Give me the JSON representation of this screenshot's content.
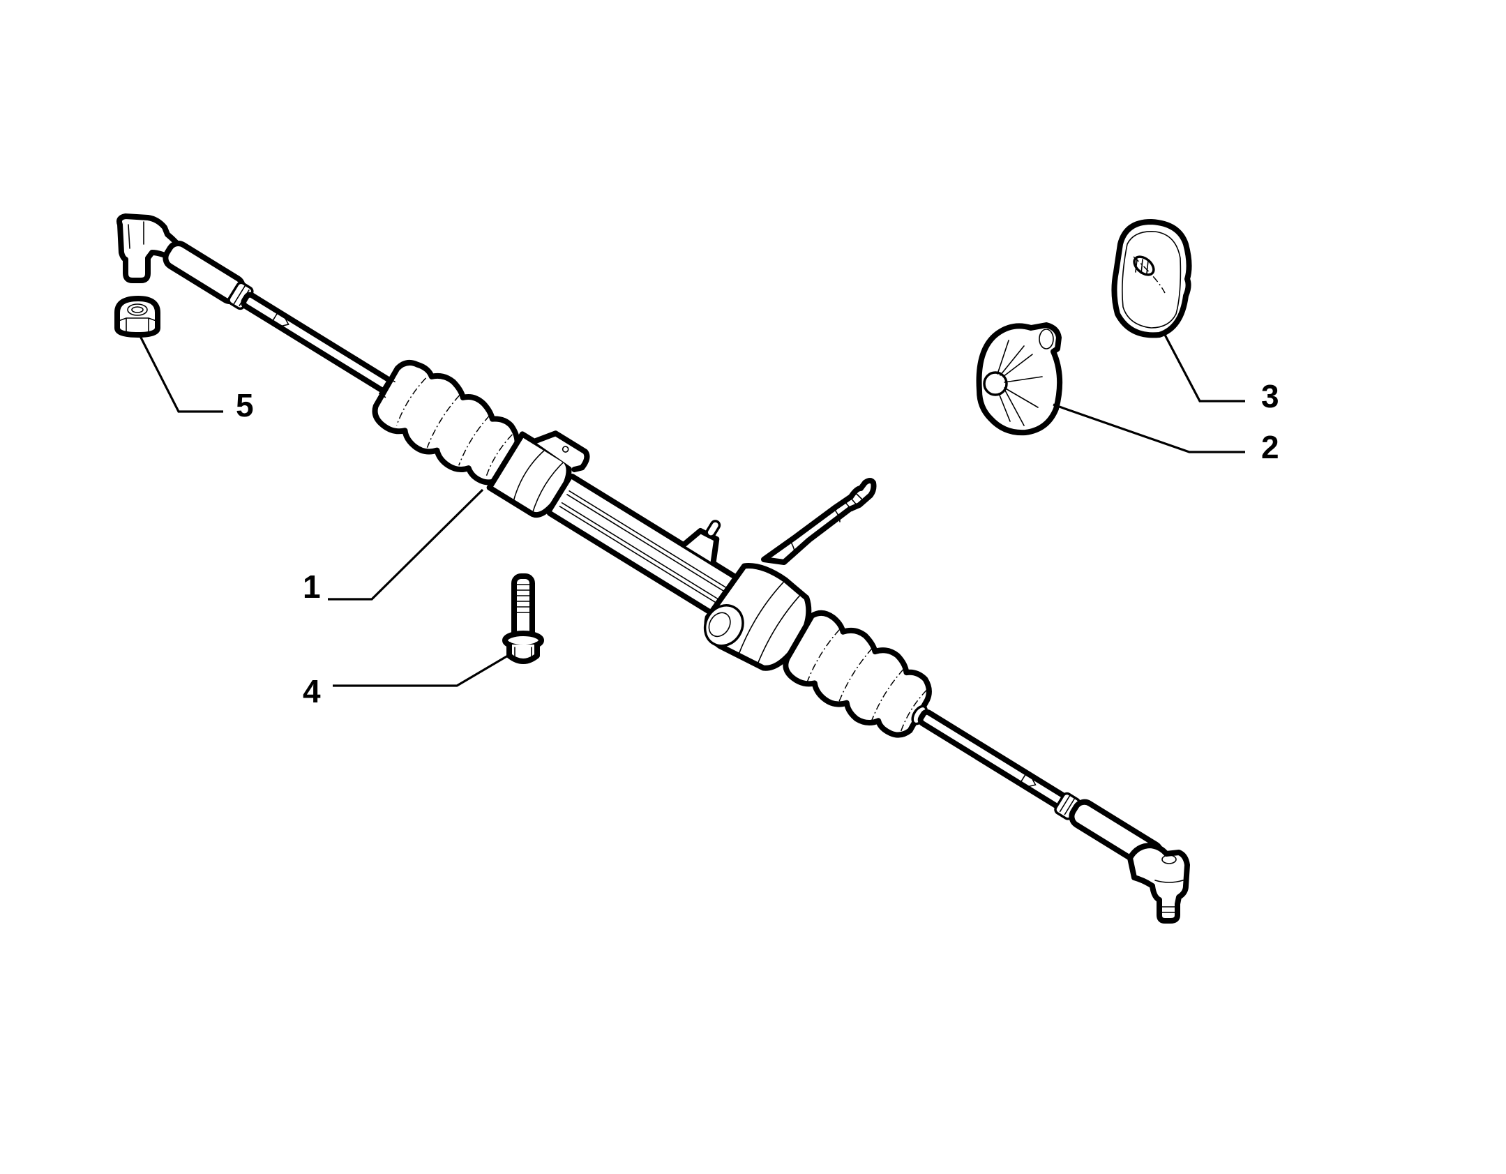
{
  "diagram": {
    "title": "Steering rack assembly exploded view",
    "background": "#ffffff",
    "line_color": "#000000"
  },
  "callouts": [
    {
      "id": "1",
      "label": "1",
      "part": "steering-rack-assembly"
    },
    {
      "id": "2",
      "label": "2",
      "part": "cover-plug"
    },
    {
      "id": "3",
      "label": "3",
      "part": "grommet-seal"
    },
    {
      "id": "4",
      "label": "4",
      "part": "flange-bolt"
    },
    {
      "id": "5",
      "label": "5",
      "part": "nut"
    }
  ]
}
